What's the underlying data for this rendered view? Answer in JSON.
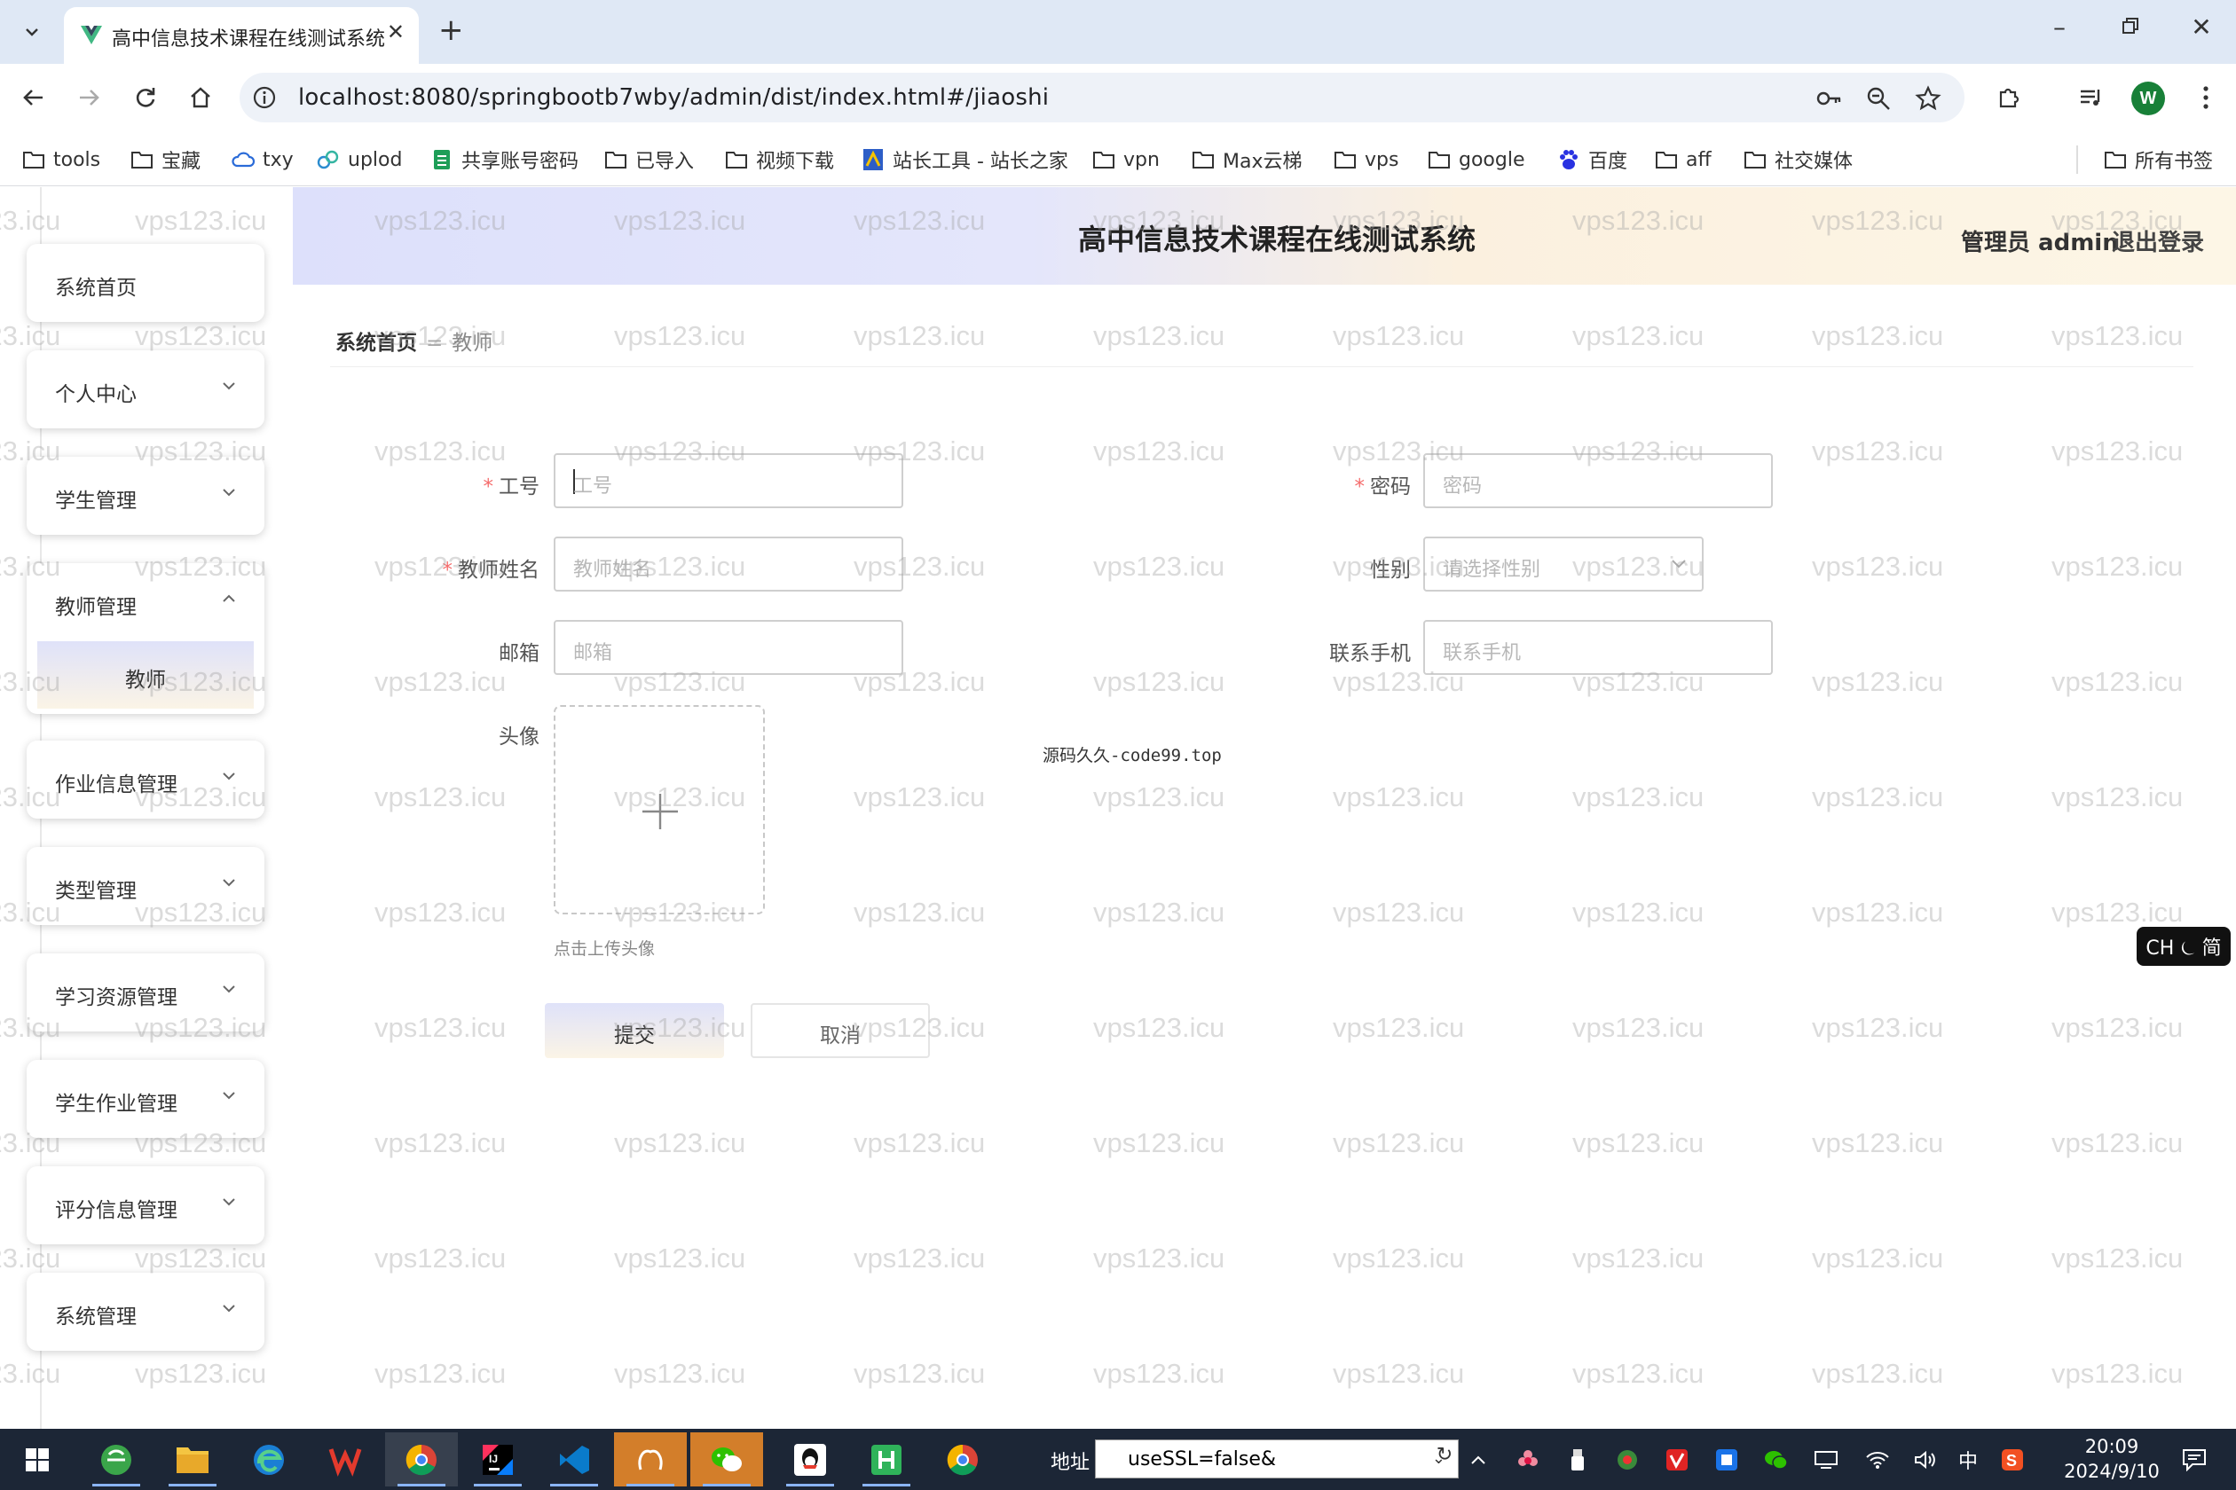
{
  "browser": {
    "tab_title": "高中信息技术课程在线测试系统",
    "url": "localhost:8080/springbootb7wby/admin/dist/index.html#/jiaoshi",
    "profile_initial": "W",
    "bookmarks": [
      "tools",
      "宝藏",
      "txy",
      "uplod",
      "共享账号密码",
      "已导入",
      "视频下载",
      "站长工具 - 站长之家",
      "vpn",
      "Max云梯",
      "vps",
      "google",
      "百度",
      "aff",
      "社交媒体"
    ],
    "all_bookmarks": "所有书签"
  },
  "header": {
    "title": "高中信息技术课程在线测试系统",
    "admin": "管理员 admin",
    "logout": "退出登录"
  },
  "sidebar": {
    "items": [
      {
        "label": "系统首页"
      },
      {
        "label": "个人中心"
      },
      {
        "label": "学生管理"
      },
      {
        "label": "教师管理",
        "sub": "教师"
      },
      {
        "label": "作业信息管理"
      },
      {
        "label": "类型管理"
      },
      {
        "label": "学习资源管理"
      },
      {
        "label": "学生作业管理"
      },
      {
        "label": "评分信息管理"
      },
      {
        "label": "系统管理"
      }
    ]
  },
  "breadcrumb": {
    "home": "系统首页",
    "sep": "=",
    "current": "教师"
  },
  "form": {
    "gonghao": {
      "label": "工号",
      "placeholder": "工号"
    },
    "mima": {
      "label": "密码",
      "placeholder": "密码"
    },
    "jiaoshixingming": {
      "label": "教师姓名",
      "placeholder": "教师姓名"
    },
    "xingbie": {
      "label": "性别",
      "placeholder": "请选择性别"
    },
    "youxiang": {
      "label": "邮箱",
      "placeholder": "邮箱"
    },
    "lianxishouji": {
      "label": "联系手机",
      "placeholder": "联系手机"
    },
    "touxiang": {
      "label": "头像",
      "hint": "点击上传头像"
    },
    "submit": "提交",
    "cancel": "取消"
  },
  "overlay_text": "源码久久-code99.top",
  "watermark": "vps123.icu",
  "ime": "CH ⏾ 简",
  "taskbar": {
    "addr_label": "地址",
    "addr_value": "useSSL=false&",
    "ime_lang": "中",
    "time": "20:09",
    "date": "2024/9/10"
  },
  "colors": {
    "accent_gradient_start": "#dde0fb",
    "accent_gradient_end": "#fdf6e6",
    "required": "#f56c6c",
    "taskbar": "#1c2636"
  }
}
